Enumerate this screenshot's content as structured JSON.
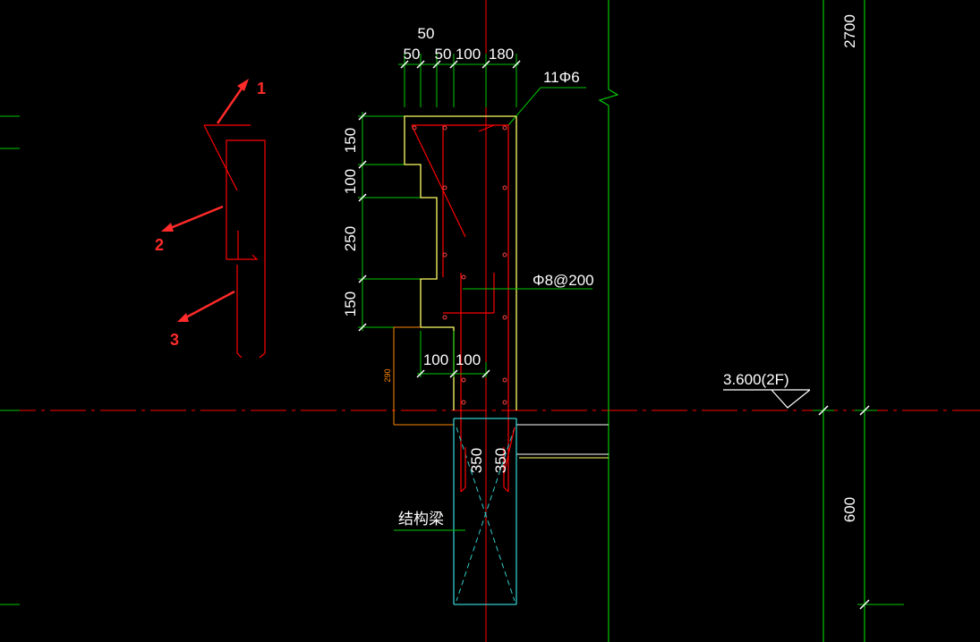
{
  "colors": {
    "background": "#000000",
    "green": "#00c800",
    "red": "#ff0000",
    "yellow": "#ffff66",
    "cyan": "#33cccc",
    "white": "#ffffff",
    "orange": "#ff8800",
    "annotation_red": "#ff2a2a"
  },
  "dimensions_top": {
    "overall": "50",
    "parts": [
      "50",
      "50",
      "100",
      "180"
    ]
  },
  "dimensions_left": [
    "150",
    "100",
    "250",
    "150"
  ],
  "dimensions_bottom": [
    "100",
    "100"
  ],
  "dimension_small": "290",
  "dimensions_beam": [
    "350",
    "350"
  ],
  "labels": {
    "top_rebar": "11Φ6",
    "stirrup": "Φ8@200",
    "beam": "结构梁",
    "level": "3.600(2F)"
  },
  "right_axis_dims": [
    "2700",
    "600"
  ],
  "markers": [
    "1",
    "2",
    "3"
  ]
}
